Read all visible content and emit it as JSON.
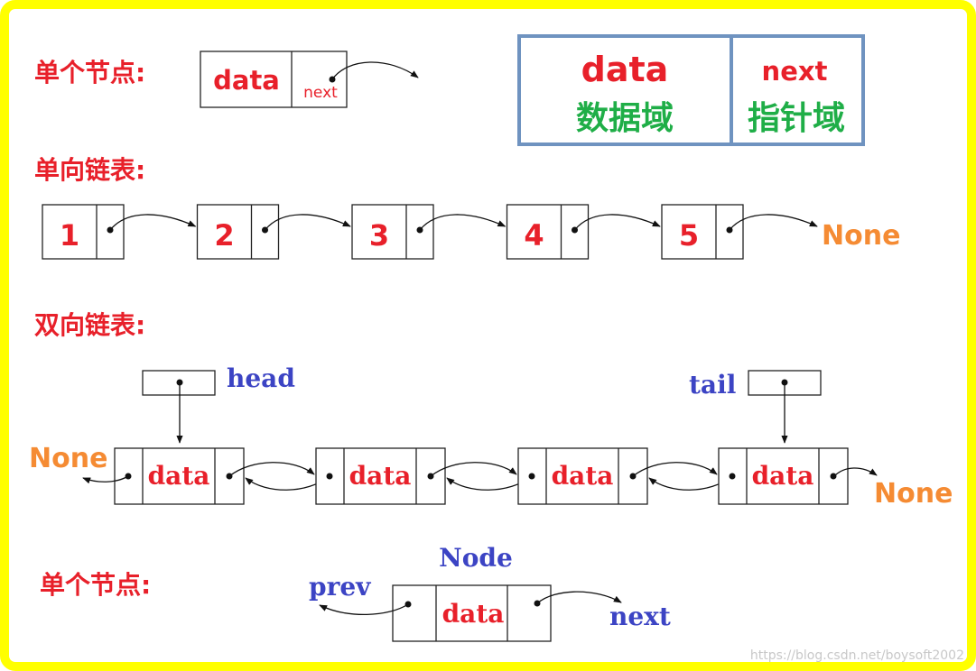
{
  "colors": {
    "border": "#ffff00",
    "label_red": "#e8202a",
    "green": "#1fae47",
    "orange": "#f58b33",
    "blue": "#3c44c4",
    "legend_border": "#6f93c0"
  },
  "single_node": {
    "title": "单个节点:",
    "data_label": "data",
    "next_label": "next"
  },
  "legend": {
    "data_label": "data",
    "data_caption": "数据域",
    "next_label": "next",
    "next_caption": "指针域"
  },
  "singly_linked_list": {
    "title": "单向链表:",
    "nodes": [
      "1",
      "2",
      "3",
      "4",
      "5"
    ],
    "end_label": "None"
  },
  "doubly_linked_list": {
    "title": "双向链表:",
    "head_label": "head",
    "tail_label": "tail",
    "nodes": [
      "data",
      "data",
      "data",
      "data"
    ],
    "left_end_label": "None",
    "right_end_label": "None"
  },
  "double_node": {
    "title": "单个节点:",
    "node_label": "Node",
    "prev_label": "prev",
    "data_label": "data",
    "next_label": "next"
  },
  "watermark": "https://blog.csdn.net/boysoft2002"
}
